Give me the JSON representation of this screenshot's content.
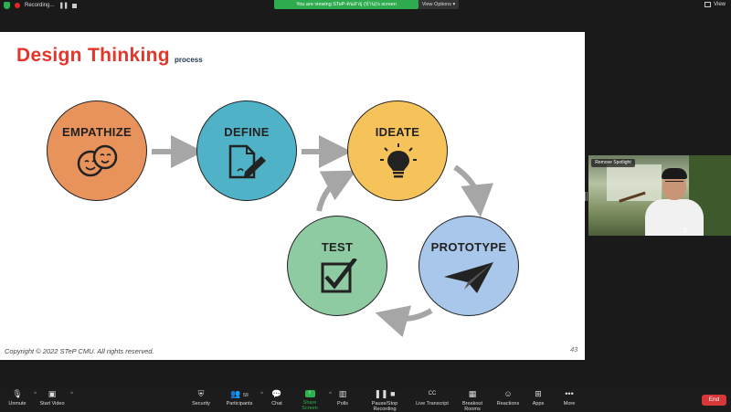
{
  "topbar": {
    "recording_label": "Recording...",
    "viewing_banner": "You are viewing STeP-คนสาธุ (ป่าน)'s screen",
    "view_options": "View Options",
    "view_mode": "View"
  },
  "slide": {
    "title": "Design Thinking",
    "subtitle": "process",
    "stages": {
      "empathize": "EMPATHIZE",
      "define": "DEFINE",
      "ideate": "IDEATE",
      "prototype": "PROTOTYPE",
      "test": "TEST"
    },
    "copyright": "Copyright © 2022 STeP CMU. All rights reserved.",
    "page_number": "43",
    "colors": {
      "title": "#e4352b",
      "empathize": "#e8935c",
      "define": "#4fb2c6",
      "ideate": "#f6c35b",
      "prototype": "#a8c7ea",
      "test": "#8ecba3"
    }
  },
  "video": {
    "remove_spotlight": "Remove Spotlight"
  },
  "toolbar": {
    "unmute": "Unmute",
    "start_video": "Start Video",
    "security": "Security",
    "participants": "Participants",
    "participants_count": "59",
    "chat": "Chat",
    "share_screen": "Share Screen",
    "polls": "Polls",
    "pause_stop_recording": "Pause/Stop Recording",
    "live_transcript": "Live Transcript",
    "breakout_rooms": "Breakout Rooms",
    "reactions": "Reactions",
    "apps": "Apps",
    "more": "More",
    "end": "End",
    "cc_icon_text": "CC"
  }
}
